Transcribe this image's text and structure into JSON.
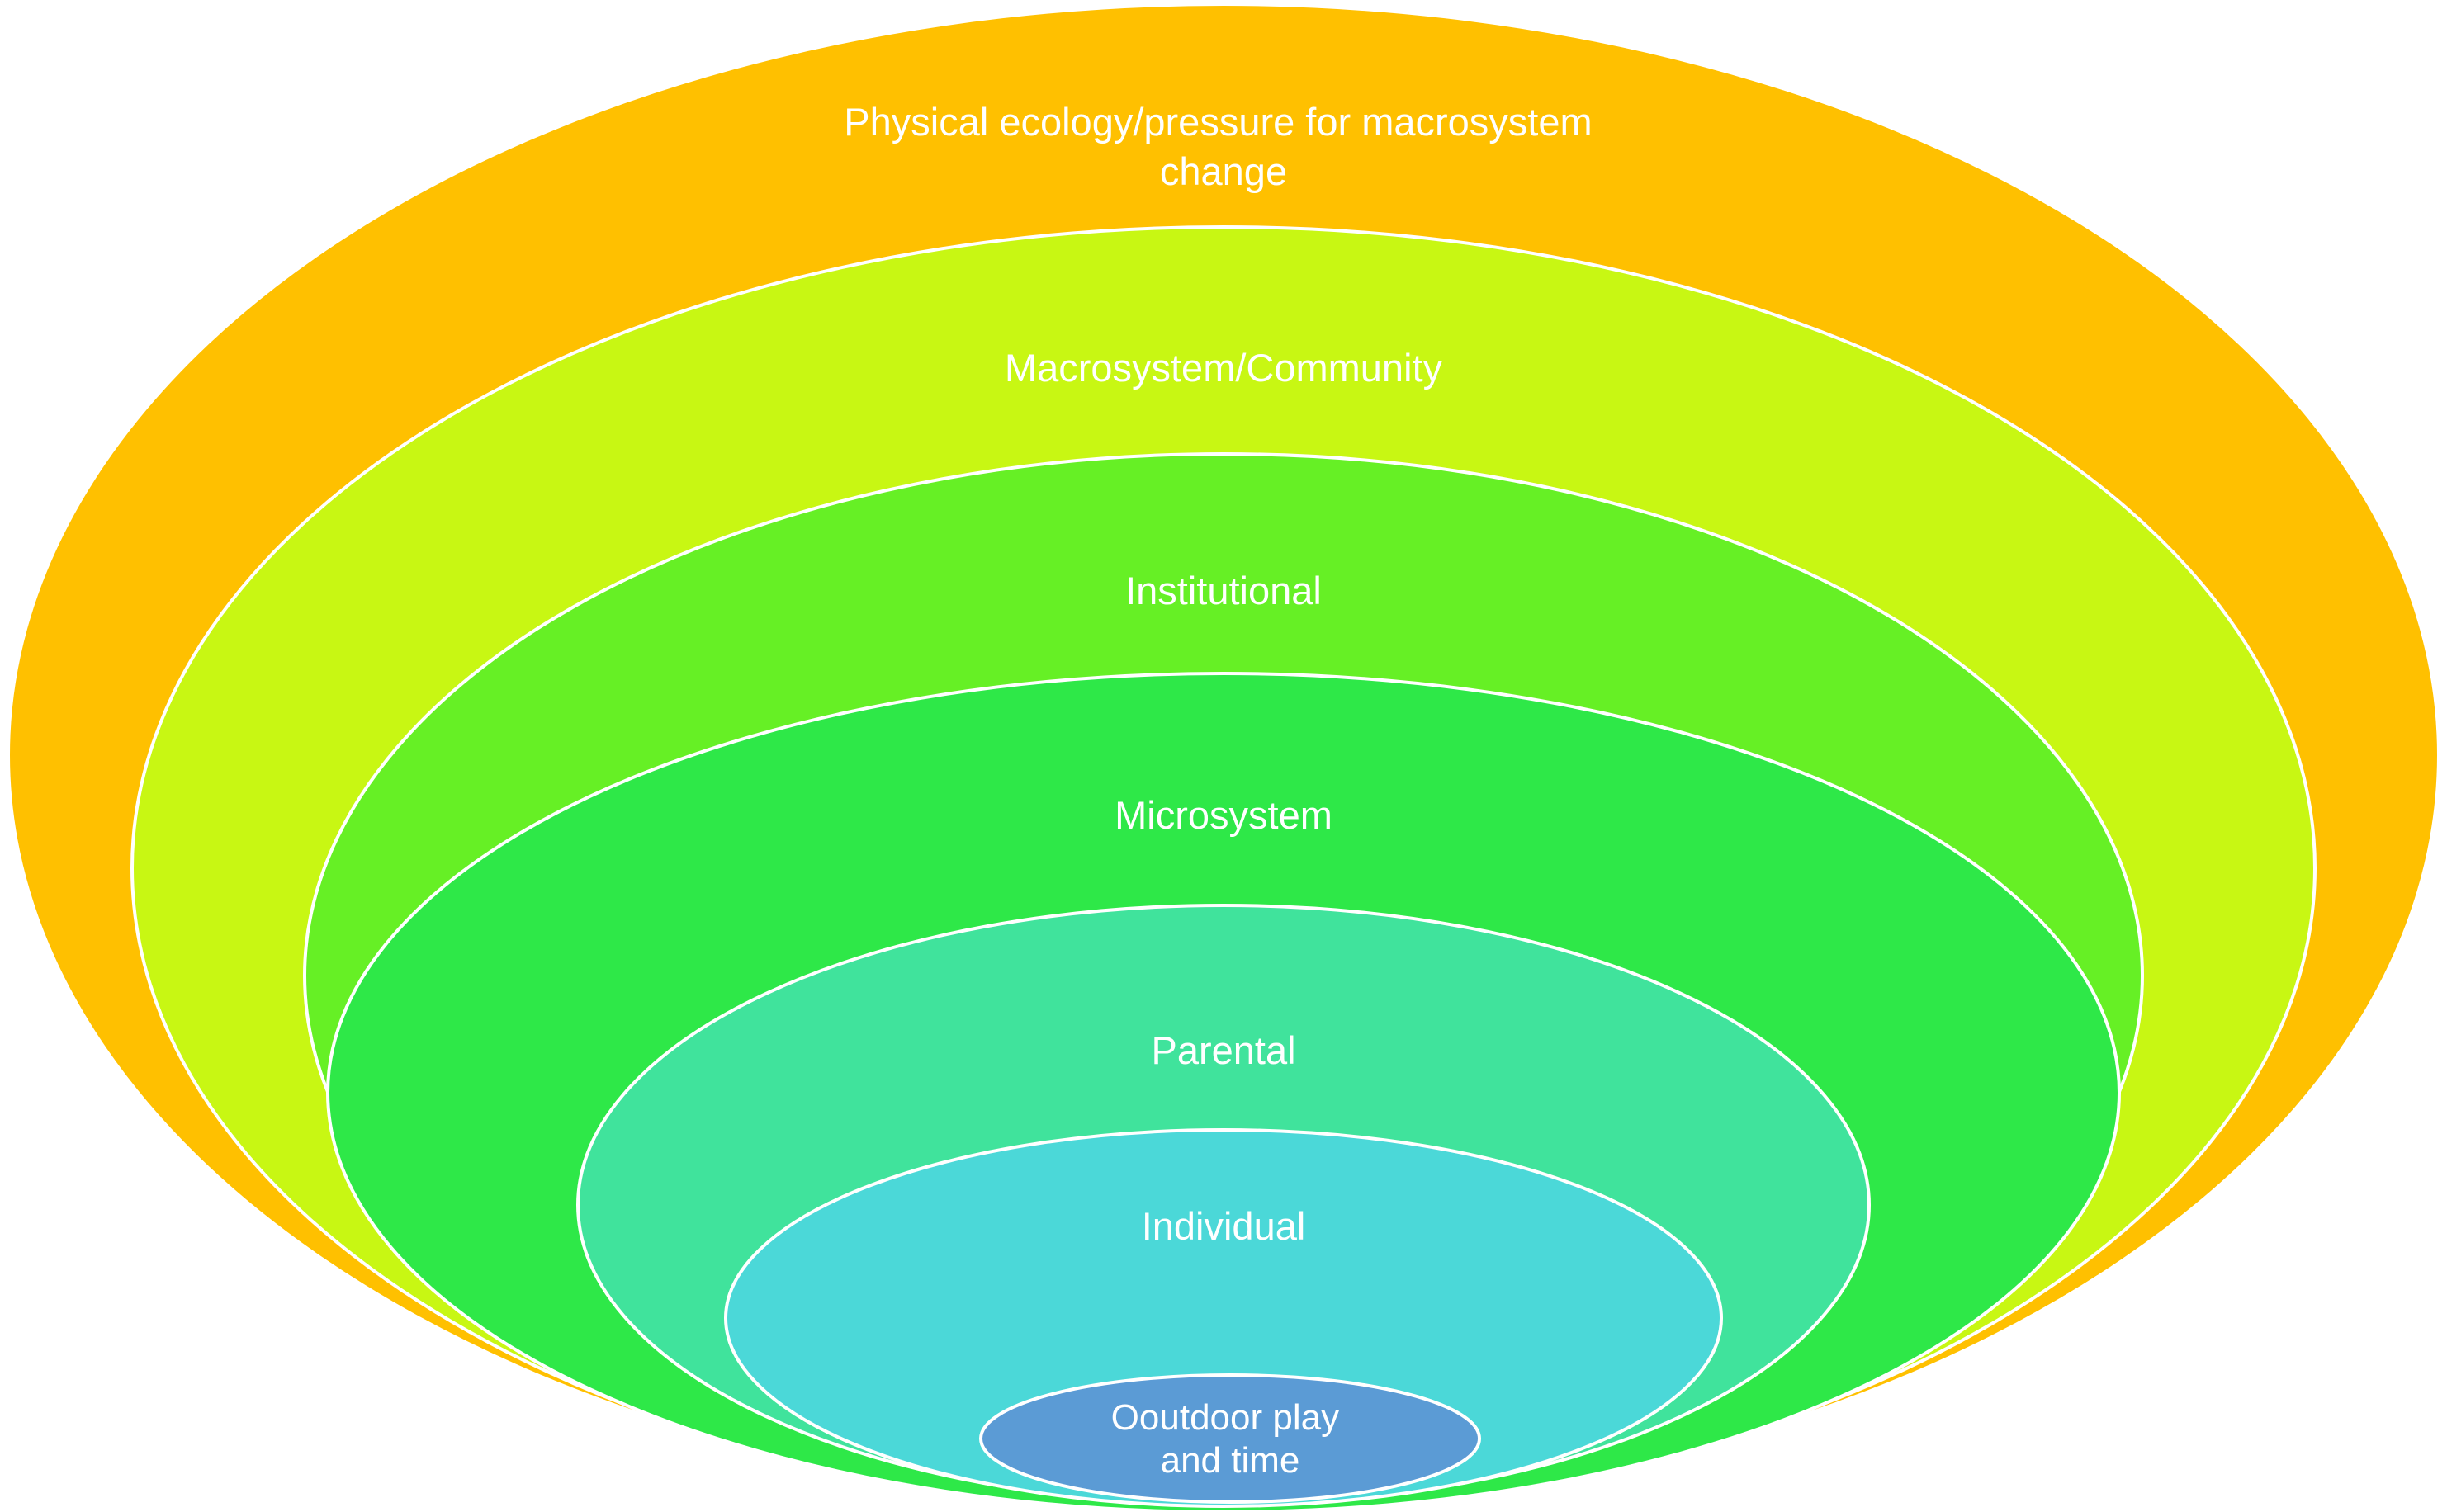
{
  "layers": [
    {
      "id": "physical",
      "label_lines": [
        "Physical ecology/pressure for macrosystem",
        "change"
      ],
      "color": "#FFC000"
    },
    {
      "id": "macrosystem",
      "label_lines": [
        "Macrosystem/Community"
      ],
      "color": "#C8F713"
    },
    {
      "id": "institutional",
      "label_lines": [
        "Institutional"
      ],
      "color": "#66F025"
    },
    {
      "id": "microsystem",
      "label_lines": [
        "Microsystem"
      ],
      "color": "#2EE848"
    },
    {
      "id": "parental",
      "label_lines": [
        "Parental"
      ],
      "color": "#40E39C"
    },
    {
      "id": "individual",
      "label_lines": [
        "Individual"
      ],
      "color": "#4BD8D8"
    },
    {
      "id": "core",
      "label_lines": [
        "Ooutdoor play",
        "and time"
      ],
      "color": "#5B9BD5"
    }
  ]
}
